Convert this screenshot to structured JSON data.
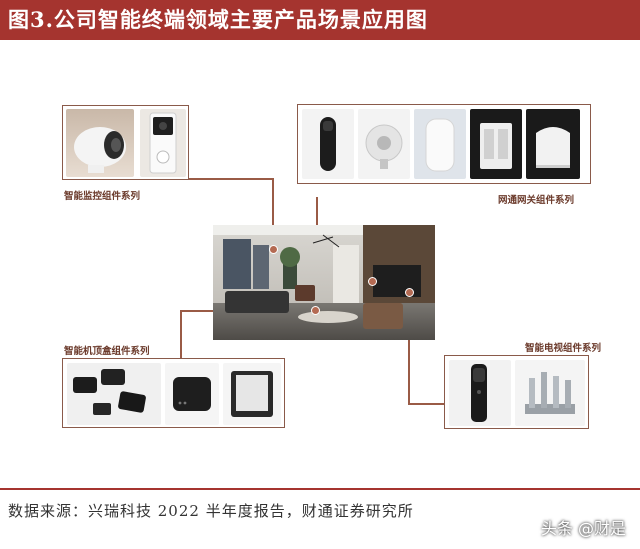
{
  "header": {
    "title": "图3.公司智能终端领域主要产品场景应用图"
  },
  "panels": {
    "monitor": {
      "label": "智能监控组件系列"
    },
    "gateway": {
      "label": "网通网关组件系列"
    },
    "stb": {
      "label": "智能机顶盒组件系列"
    },
    "tv": {
      "label": "智能电视组件系列"
    }
  },
  "footer": {
    "source": "数据来源：兴瑞科技 2022 半年度报告，财通证券研究所",
    "watermark": "头条 @财是"
  },
  "colors": {
    "title_bg": "#a5342f",
    "panel_border": "#8a5a4a",
    "connector": "#9a5b46"
  }
}
